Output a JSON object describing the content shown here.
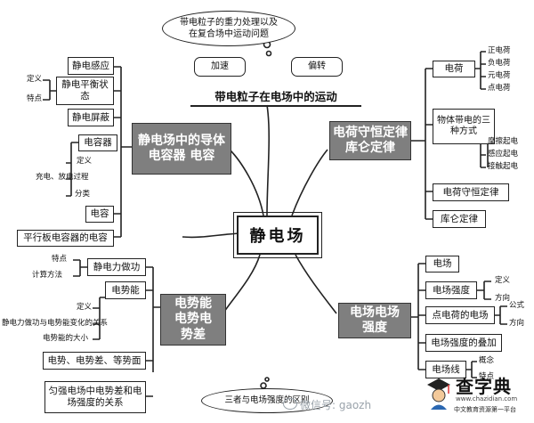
{
  "center": "静电场",
  "top_branch": {
    "title": "带电粒子在电场中的运动",
    "bubble_main": "带电粒子的重力处理以及在复合场中运动问题",
    "bubble_left": "加速",
    "bubble_right": "偏转"
  },
  "hub_top_left": "静电场中的导体电容器 电容",
  "hub_top_right": "电荷守恒定律库仑定律",
  "hub_bottom_left": "电势能电势电势差",
  "hub_bottom_right": "电场电场强度",
  "left_top": {
    "induction": "静电感应",
    "equilibrium": "静电平衡状态",
    "eq_def": "定义",
    "eq_feature": "特点",
    "shielding": "静电屏蔽",
    "capacitor": "电容器",
    "cap_def": "定义",
    "cap_charge": "充电、放电过程",
    "cap_class": "分类",
    "capacitance": "电容",
    "parallel_plate": "平行板电容器的电容"
  },
  "right_top": {
    "charge": "电荷",
    "pos": "正电荷",
    "neg": "负电荷",
    "elem": "元电荷",
    "point": "点电荷",
    "methods": "物体带电的三种方式",
    "friction": "摩擦起电",
    "induction": "感应起电",
    "contact": "接触起电",
    "conservation": "电荷守恒定律",
    "coulomb": "库仑定律"
  },
  "left_bottom": {
    "work": "静电力做功",
    "work_feature": "特点",
    "work_method": "计算方法",
    "pe": "电势能",
    "pe_def": "定义",
    "pe_relation": "静电力做功与电势能变化的关系",
    "pe_size": "电势能的大小",
    "potentials": "电势、电势差、等势面",
    "uniform": "匀强电场中电势差和电场强度的关系"
  },
  "right_bottom": {
    "field": "电场",
    "strength": "电场强度",
    "str_def": "定义",
    "str_dir": "方向",
    "point_field": "点电荷的电场",
    "pf_formula": "公式",
    "pf_dir": "方向",
    "superpose": "电场强度的叠加",
    "lines": "电场线",
    "lines_concept": "概念",
    "lines_feature": "特点"
  },
  "bottom_bubble": "三者与电场强度的区别",
  "watermark": "微信号: gaozh",
  "logo": {
    "title": "查字典",
    "url": "www.chazidian.com",
    "slogan": "中文教育资源第一平台"
  }
}
